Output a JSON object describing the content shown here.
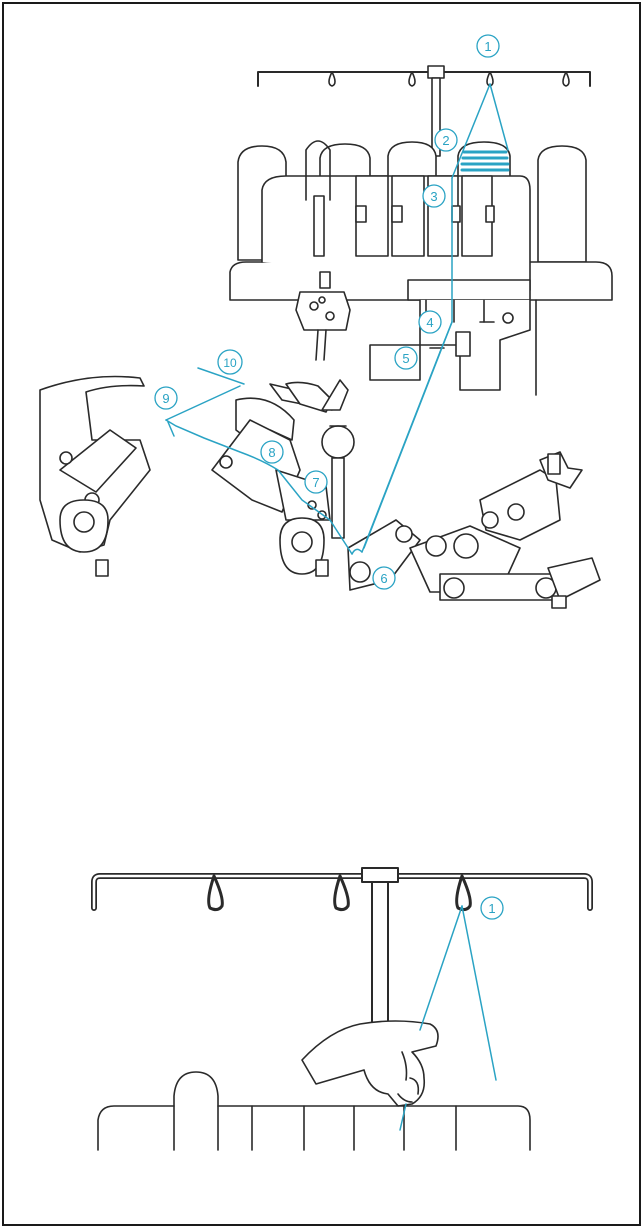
{
  "colors": {
    "ink": "#2a2a2a",
    "thread": "#2aa3c4",
    "callout": "#2aa3c4",
    "frame": "#1a1a1a",
    "fill": "#ffffff"
  },
  "diagram_top": {
    "callouts": [
      {
        "id": "1",
        "label": "1"
      },
      {
        "id": "2",
        "label": "2"
      },
      {
        "id": "3",
        "label": "3"
      },
      {
        "id": "4",
        "label": "4"
      },
      {
        "id": "5",
        "label": "5"
      },
      {
        "id": "6",
        "label": "6"
      },
      {
        "id": "7",
        "label": "7"
      },
      {
        "id": "8",
        "label": "8"
      },
      {
        "id": "9",
        "label": "9"
      },
      {
        "id": "10",
        "label": "10"
      }
    ]
  },
  "diagram_bottom": {
    "callouts": [
      {
        "id": "1",
        "label": "1"
      }
    ]
  }
}
